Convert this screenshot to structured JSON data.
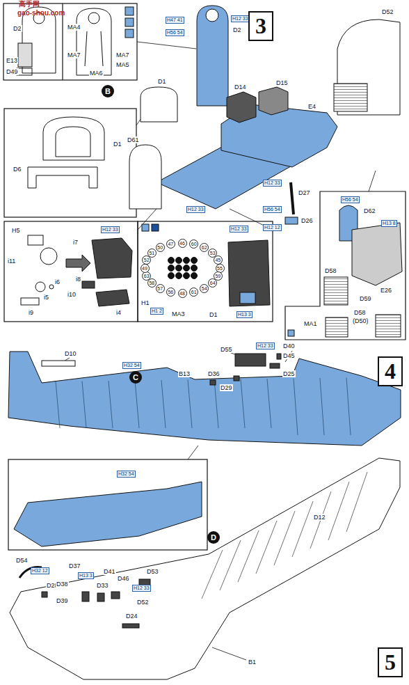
{
  "diagram": {
    "nodes": [
      {
        "text": [
          "3"
        ]
      },
      {
        "text": [
          "B"
        ]
      },
      {
        "text": [
          "4"
        ]
      },
      {
        "text": [
          "C"
        ]
      },
      {
        "text": [
          "D"
        ]
      },
      {
        "text": [
          "5"
        ]
      }
    ],
    "labels": [
      "高手网",
      "gao-shou.com",
      "D2",
      "E13",
      "D49",
      "MA4",
      "MA7",
      "MA7",
      "MA5",
      "MA6",
      "H47 41",
      "H12 33",
      "D2",
      "H56 54",
      "D14",
      "D15",
      "E4",
      "D52",
      "D1",
      "D61",
      "H12 33",
      "H12 33",
      "D27",
      "H56 54",
      "D26",
      "H12 12",
      "D1",
      "D6",
      "H5",
      "i7",
      "i11",
      "H12 33",
      "i8",
      "i10",
      "i6",
      "i5",
      "i9",
      "i4",
      "H12 33",
      "46",
      "60",
      "62",
      "53",
      "45",
      "55",
      "59",
      "64",
      "54",
      "61",
      "48",
      "56",
      "57",
      "58",
      "63",
      "49",
      "52",
      "51",
      "50",
      "47",
      "H1",
      "H1 2",
      "MA3",
      "D1",
      "H13 3",
      "H56 54",
      "D62",
      "H13 8",
      "E26",
      "D58",
      "D59",
      "D58",
      "(D50)",
      "MA1",
      "D10",
      "H32 54",
      "B13",
      "D55",
      "H12 33",
      "D40",
      "D45",
      "D36",
      "D29",
      "D25",
      "H32 54",
      "D12",
      "B1",
      "D54",
      "H32 12",
      "D28",
      "D37",
      "H13 3",
      "D38",
      "D39",
      "D33",
      "D41",
      "D46",
      "D53",
      "H12 33",
      "D52",
      "D24"
    ]
  }
}
